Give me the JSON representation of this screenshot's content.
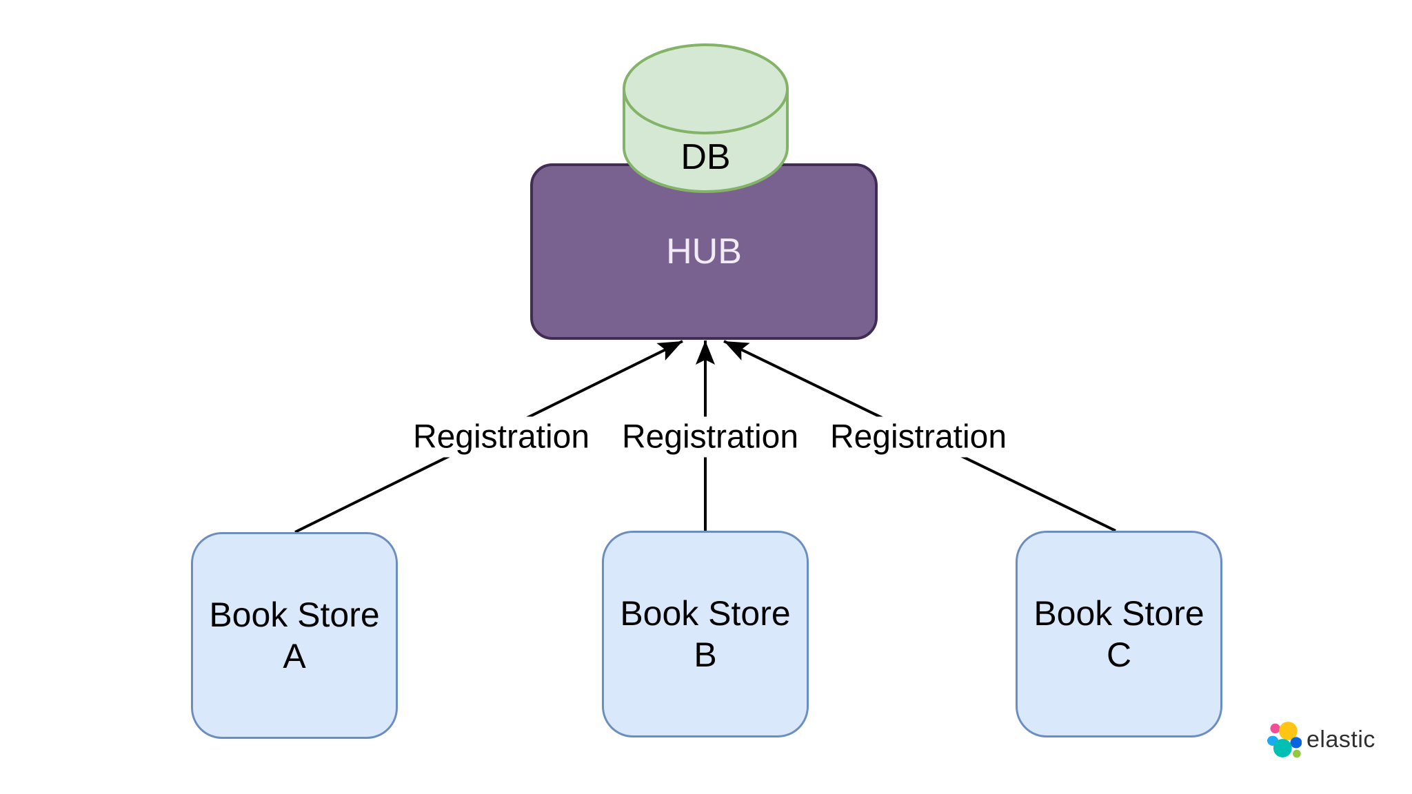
{
  "diagram": {
    "db": {
      "label": "DB"
    },
    "hub": {
      "label": "HUB"
    },
    "stores": [
      {
        "line1": "Book Store",
        "line2": "A"
      },
      {
        "line1": "Book Store",
        "line2": "B"
      },
      {
        "line1": "Book Store",
        "line2": "C"
      }
    ],
    "edges": [
      {
        "label": "Registration"
      },
      {
        "label": "Registration"
      },
      {
        "label": "Registration"
      }
    ],
    "colors": {
      "background": "#ffffff",
      "db_fill": "#d5e8d4",
      "db_stroke": "#82b366",
      "hub_fill": "#796290",
      "hub_stroke": "#412c55",
      "hub_text": "#f2ebf7",
      "store_fill": "#dae8fc",
      "store_stroke": "#6c8ebf",
      "store_text": "#000000",
      "edge_color": "#000000",
      "edge_label_text": "#000000"
    }
  },
  "watermark": {
    "brand": "elastic",
    "text_color": "#2f2f2f",
    "logo_colors": {
      "pink": "#f04e98",
      "yellow": "#fec514",
      "light_blue": "#1ba9f5",
      "teal": "#00bfb3",
      "blue": "#0b64dd",
      "green": "#93c83e"
    }
  }
}
